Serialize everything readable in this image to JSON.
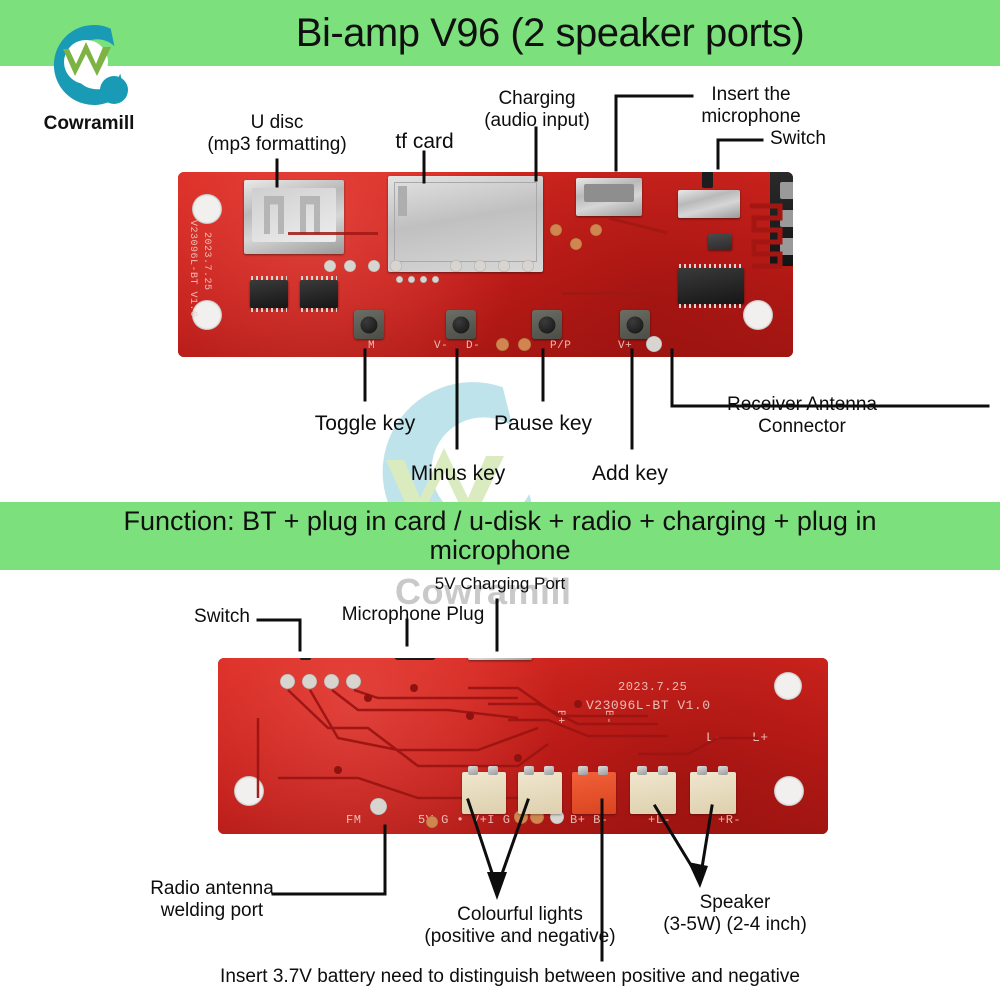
{
  "brand": {
    "name": "Cowramill",
    "watermark_text": "Cowramill"
  },
  "colors": {
    "banner_green": "#7ce07c",
    "pcb_red": "#c9201c",
    "logo_teal": "#1a9bb5",
    "logo_green": "#7cb342",
    "watermark_gray": "#c9c9c9"
  },
  "header": {
    "title": "Bi-amp V96 (2 speaker ports)"
  },
  "function_banner": {
    "line1": "Function: BT + plug in card / u-disk + radio + charging + plug in",
    "line2": "microphone"
  },
  "top_view": {
    "silkscreen": {
      "date": "2023.7.25",
      "model": "V23096L-BT V1.0"
    },
    "pad_labels": [
      "M",
      "V-",
      "D-",
      "P/P",
      "V+"
    ],
    "callouts": [
      {
        "id": "u-disc",
        "label": "U disc\n(mp3 formatting)"
      },
      {
        "id": "tf-card",
        "label": "tf card"
      },
      {
        "id": "charging",
        "label": "Charging\n(audio input)"
      },
      {
        "id": "insert-microphone",
        "label": "Insert the\nmicrophone"
      },
      {
        "id": "switch",
        "label": "Switch"
      },
      {
        "id": "toggle-key",
        "label": "Toggle key"
      },
      {
        "id": "minus-key",
        "label": "Minus key"
      },
      {
        "id": "pause-key",
        "label": "Pause key"
      },
      {
        "id": "add-key",
        "label": "Add key"
      },
      {
        "id": "receiver-antenna",
        "label": "Receiver Antenna\nConnector"
      }
    ]
  },
  "bottom_view": {
    "silkscreen": {
      "date": "2023.7.25",
      "model": "V23096L-BT V1.0",
      "fm": "FM",
      "power_row": "5V G • V+I G",
      "battery": "B+ B-",
      "left_speaker": "+L-",
      "right_speaker": "+R-",
      "bplus": "B+",
      "bminus": "B-",
      "lminus": "L-",
      "lplus": "L+"
    },
    "callouts": [
      {
        "id": "switch",
        "label": "Switch"
      },
      {
        "id": "microphone-plug",
        "label": "Microphone Plug"
      },
      {
        "id": "charging-port",
        "label": "5V Charging Port"
      },
      {
        "id": "radio-antenna",
        "label": "Radio antenna\nwelding port"
      },
      {
        "id": "colourful-lights",
        "label": "Colourful lights\n(positive and negative)"
      },
      {
        "id": "speaker",
        "label": "Speaker\n(3-5W) (2-4 inch)"
      },
      {
        "id": "battery-note",
        "label": "Insert 3.7V battery need to distinguish between positive and negative"
      }
    ]
  }
}
